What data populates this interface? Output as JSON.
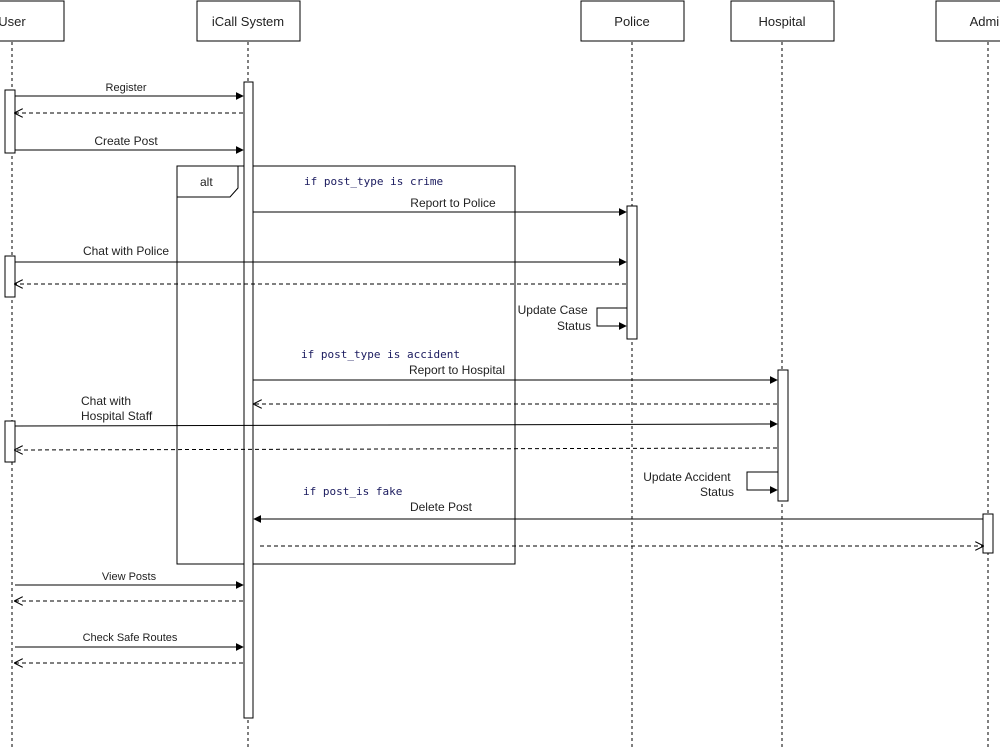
{
  "participants": [
    {
      "id": "user",
      "label": "User"
    },
    {
      "id": "icall",
      "label": "iCall System"
    },
    {
      "id": "police",
      "label": "Police"
    },
    {
      "id": "hospital",
      "label": "Hospital"
    },
    {
      "id": "admin",
      "label": "Admin"
    }
  ],
  "alt_fragment": {
    "label": "alt",
    "guards": [
      "if post_type is crime",
      "if post_type is accident",
      "if post_is fake"
    ]
  },
  "messages": [
    {
      "id": "register",
      "label": "Register"
    },
    {
      "id": "create-post",
      "label": "Create Post"
    },
    {
      "id": "report-police",
      "label": "Report to Police"
    },
    {
      "id": "chat-police",
      "label": "Chat with Police"
    },
    {
      "id": "update-case",
      "label": [
        "Update Case",
        "Status"
      ]
    },
    {
      "id": "report-hospital",
      "label": "Report to Hospital"
    },
    {
      "id": "chat-hospital",
      "label": [
        "Chat with",
        "Hospital Staff"
      ]
    },
    {
      "id": "update-accident",
      "label": [
        "Update Accident",
        "Status"
      ]
    },
    {
      "id": "delete-post",
      "label": "Delete Post"
    },
    {
      "id": "view-posts",
      "label": "View Posts"
    },
    {
      "id": "check-routes",
      "label": "Check Safe Routes"
    }
  ]
}
